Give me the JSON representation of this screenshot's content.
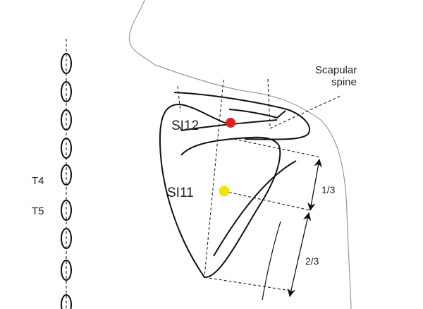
{
  "labels": {
    "scapular": "Scapular",
    "spine": "spine",
    "si12": "SI12",
    "si11": "SI11",
    "t4": "T4",
    "t5": "T5",
    "one_third": "1/3",
    "two_thirds": "2/3"
  },
  "colors": {
    "si12_point": "#e02020",
    "si11_point": "#f2e600"
  }
}
